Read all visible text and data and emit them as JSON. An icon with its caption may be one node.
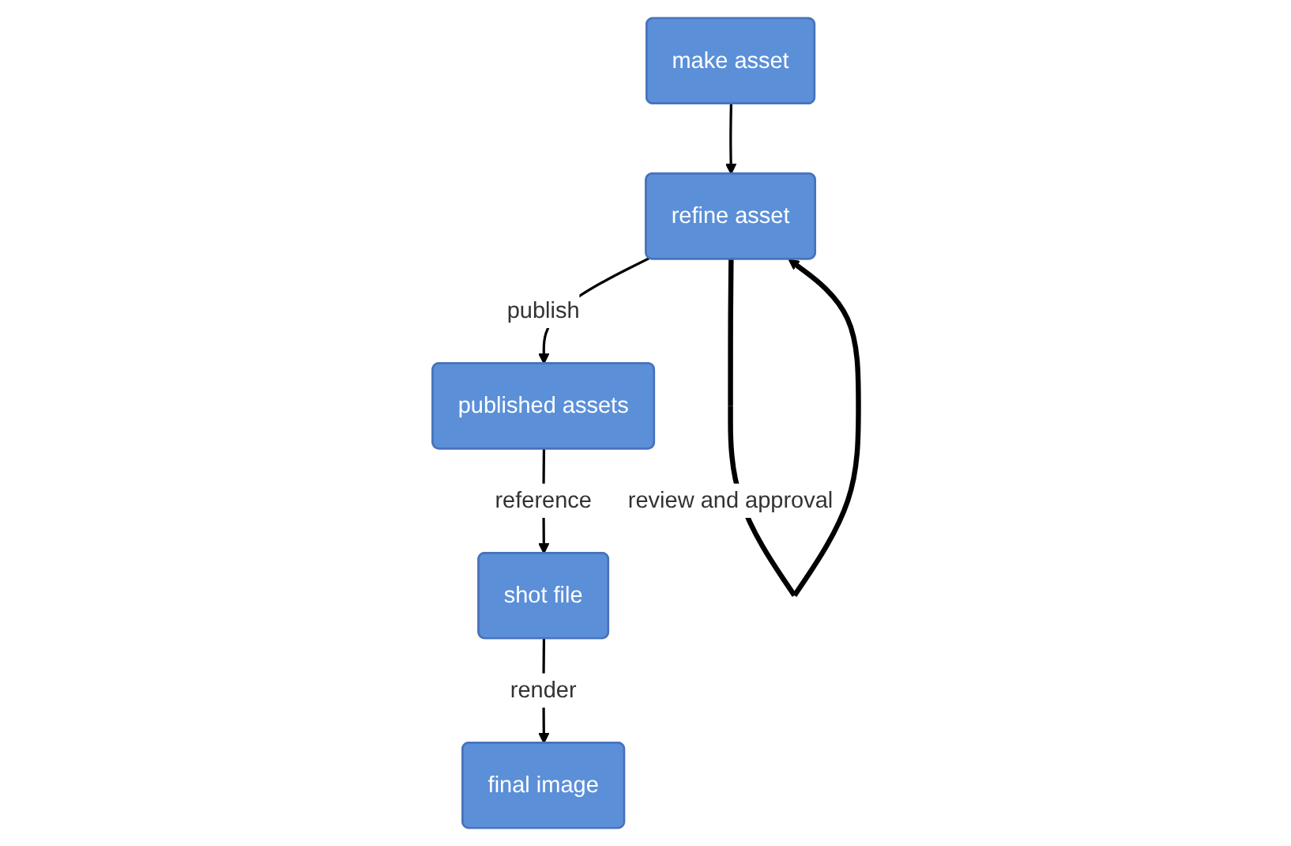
{
  "diagram": {
    "nodes": [
      {
        "text": [
          "make asset"
        ]
      },
      {
        "text": [
          "refine asset"
        ]
      },
      {
        "text": [
          "published assets"
        ]
      },
      {
        "text": [
          "shot file"
        ]
      },
      {
        "text": [
          "final image"
        ]
      }
    ],
    "edges": [
      {
        "from": 0,
        "to": 1,
        "arrow": "to"
      },
      {
        "from": 1,
        "to": 2,
        "arrow": "to",
        "label": "publish"
      },
      {
        "from": 2,
        "to": 3,
        "arrow": "to",
        "label": "reference"
      },
      {
        "from": 3,
        "to": 4,
        "arrow": "to",
        "label": "render"
      },
      {
        "from": 1,
        "to": 1,
        "arrow": "to",
        "label": "review and approval",
        "style": "thick"
      }
    ]
  }
}
